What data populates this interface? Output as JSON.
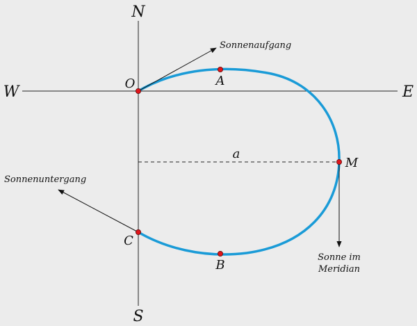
{
  "directions": {
    "north": "N",
    "south": "S",
    "east": "E",
    "west": "W"
  },
  "points": {
    "O": "O",
    "A": "A",
    "B": "B",
    "C": "C",
    "M": "M"
  },
  "distance_label": "a",
  "annotations": {
    "sunrise": "Sonnenaufgang",
    "sunset": "Sonnenuntergang",
    "meridian_line1": "Sonne im",
    "meridian_line2": "Meridian"
  },
  "colors": {
    "background": "#ececec",
    "path": "#1a9bd7",
    "point_fill": "#e0161b",
    "axis": "#222222"
  }
}
